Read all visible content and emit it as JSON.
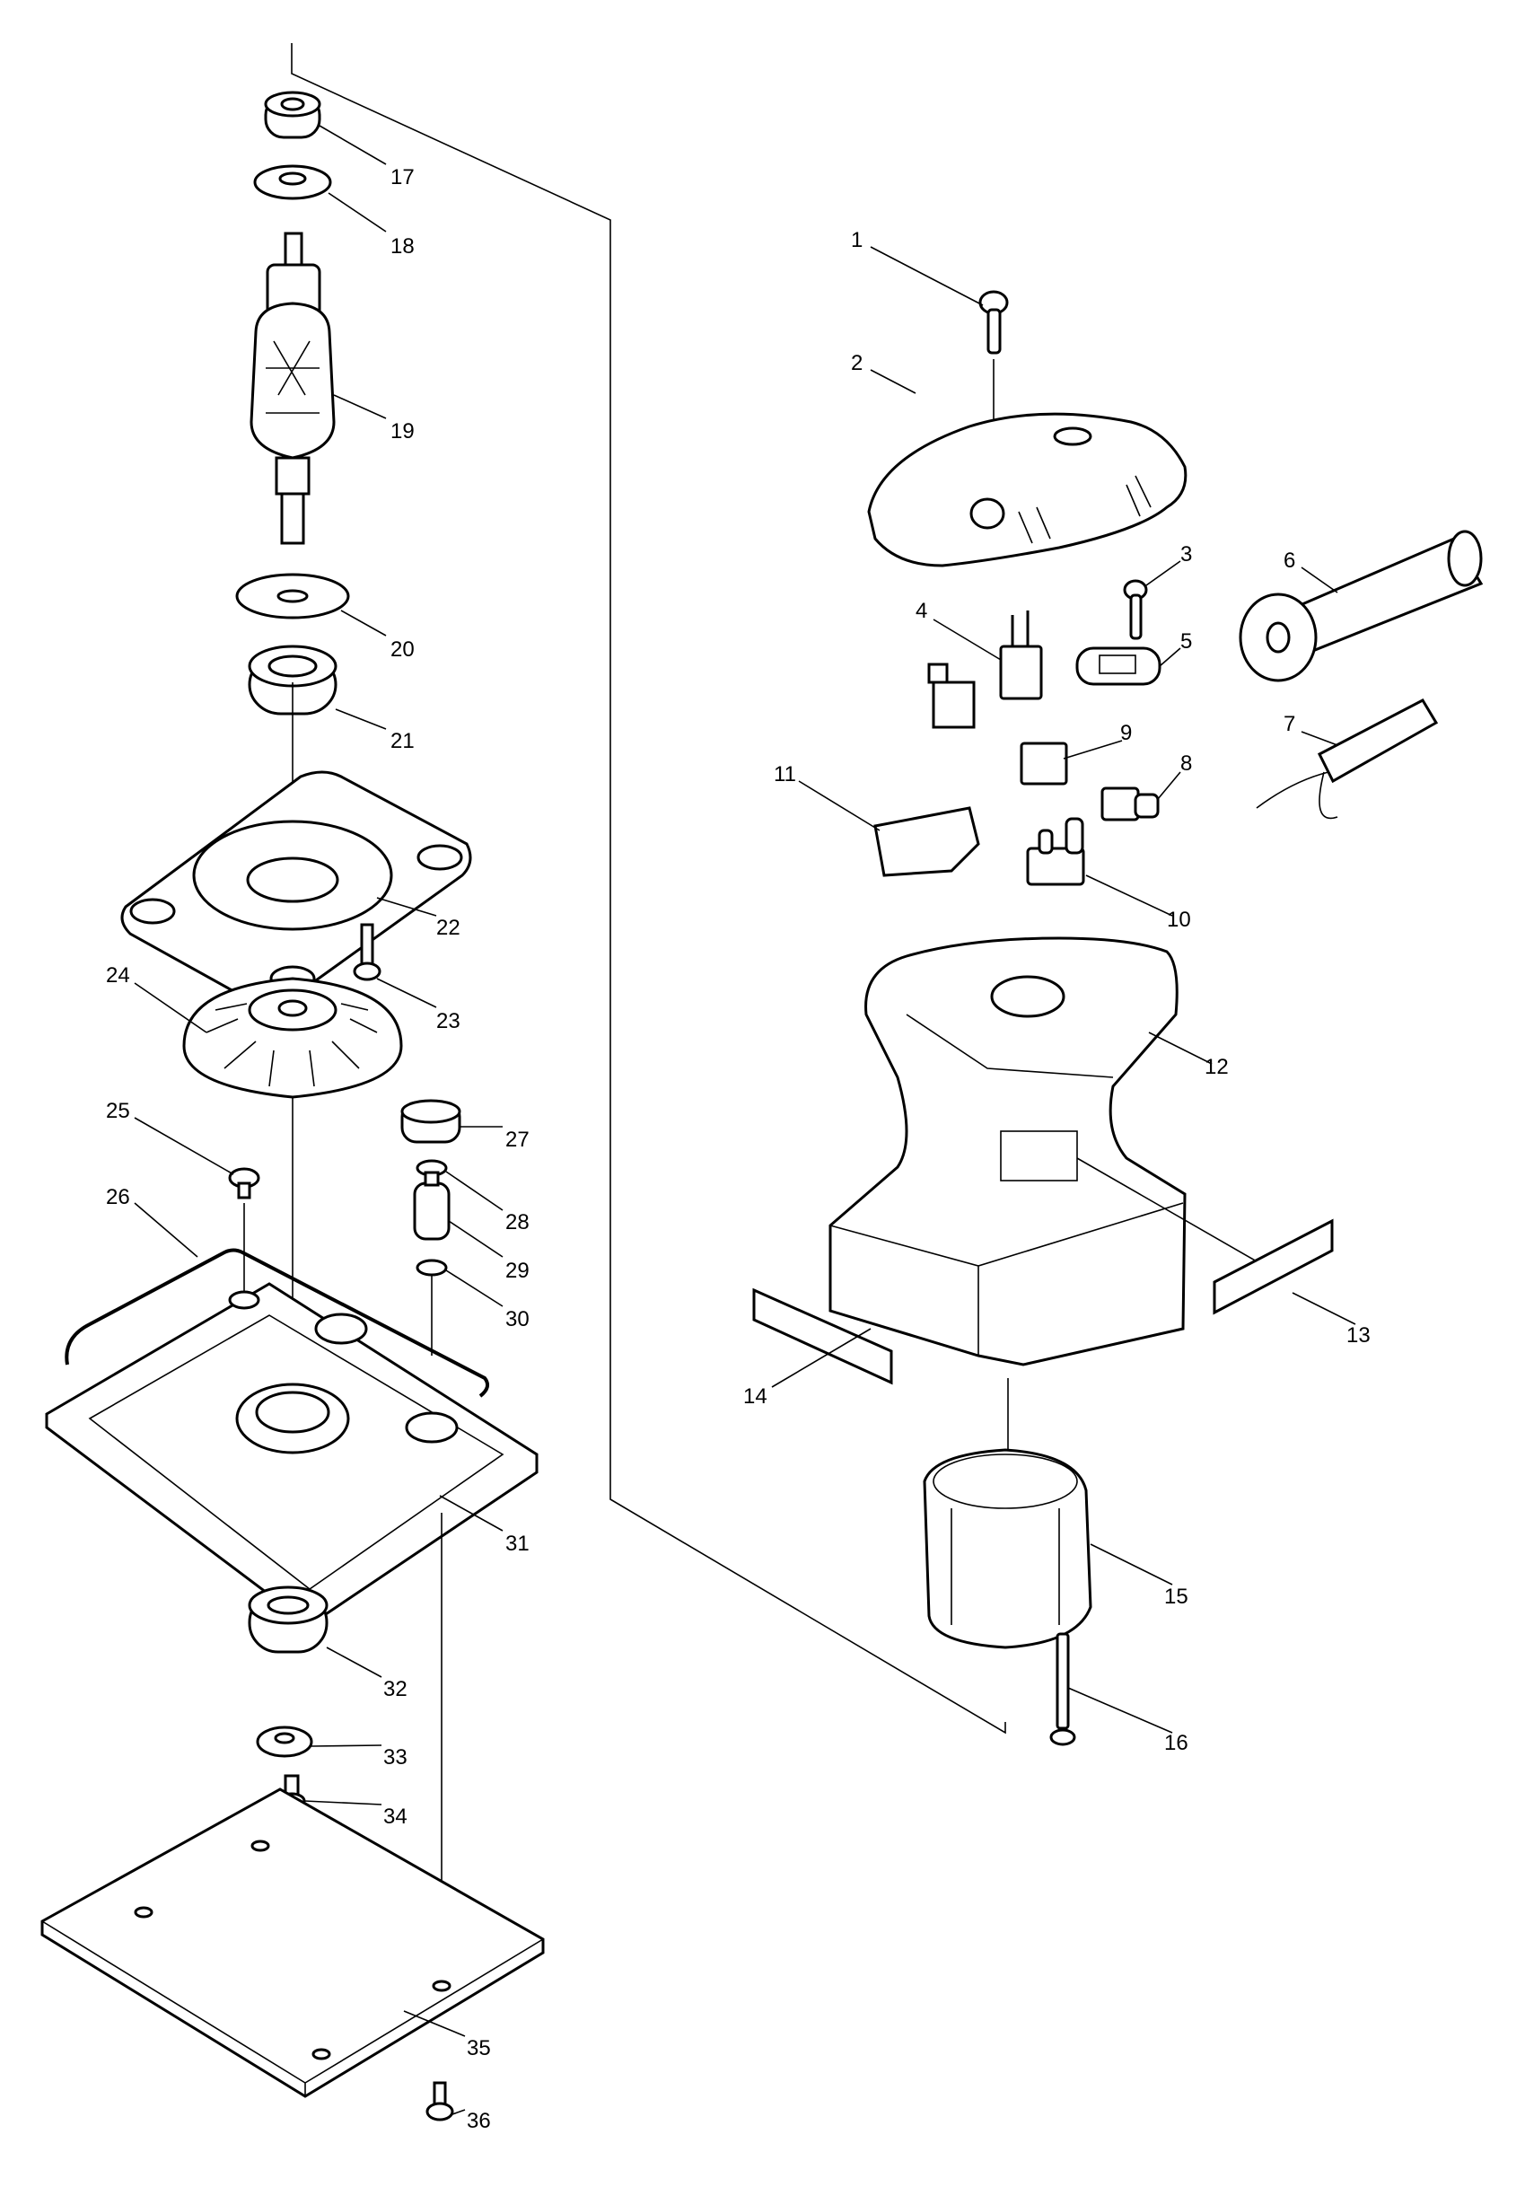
{
  "diagram": {
    "type": "exploded-parts-view",
    "callouts": [
      {
        "id": "1",
        "label": "1"
      },
      {
        "id": "2",
        "label": "2"
      },
      {
        "id": "3",
        "label": "3"
      },
      {
        "id": "4",
        "label": "4"
      },
      {
        "id": "5",
        "label": "5"
      },
      {
        "id": "6",
        "label": "6"
      },
      {
        "id": "7",
        "label": "7"
      },
      {
        "id": "8",
        "label": "8"
      },
      {
        "id": "9",
        "label": "9"
      },
      {
        "id": "10",
        "label": "10"
      },
      {
        "id": "11",
        "label": "11"
      },
      {
        "id": "12",
        "label": "12"
      },
      {
        "id": "13",
        "label": "13"
      },
      {
        "id": "14",
        "label": "14"
      },
      {
        "id": "15",
        "label": "15"
      },
      {
        "id": "16",
        "label": "16"
      },
      {
        "id": "17",
        "label": "17"
      },
      {
        "id": "18",
        "label": "18"
      },
      {
        "id": "19",
        "label": "19"
      },
      {
        "id": "20",
        "label": "20"
      },
      {
        "id": "21",
        "label": "21"
      },
      {
        "id": "22",
        "label": "22"
      },
      {
        "id": "23",
        "label": "23"
      },
      {
        "id": "24",
        "label": "24"
      },
      {
        "id": "25",
        "label": "25"
      },
      {
        "id": "26",
        "label": "26"
      },
      {
        "id": "27",
        "label": "27"
      },
      {
        "id": "28",
        "label": "28"
      },
      {
        "id": "29",
        "label": "29"
      },
      {
        "id": "30",
        "label": "30"
      },
      {
        "id": "31",
        "label": "31"
      },
      {
        "id": "32",
        "label": "32"
      },
      {
        "id": "33",
        "label": "33"
      },
      {
        "id": "34",
        "label": "34"
      },
      {
        "id": "35",
        "label": "35"
      },
      {
        "id": "36",
        "label": "36"
      }
    ],
    "parts": {
      "1": "screw",
      "2": "top-cover",
      "3": "screw",
      "4": "noise-suppressor",
      "5": "cord-clamp",
      "6": "cord-guard",
      "7": "cord",
      "8": "brush-holder",
      "9": "brush",
      "10": "terminal",
      "11": "switch",
      "12": "motor-housing",
      "13": "label",
      "14": "label",
      "15": "field",
      "16": "screw",
      "17": "ball-bearing",
      "18": "bearing-retainer",
      "19": "armature",
      "20": "insulation-washer",
      "21": "ball-bearing",
      "22": "bearing-box",
      "23": "screw",
      "24": "fan",
      "25": "screw",
      "26": "clamp-lever",
      "27": "rubber-pin",
      "28": "o-ring",
      "29": "rubber-pin",
      "30": "o-ring",
      "31": "base-plate",
      "32": "ball-bearing",
      "33": "washer",
      "34": "screw",
      "35": "pad",
      "36": "screw"
    }
  }
}
